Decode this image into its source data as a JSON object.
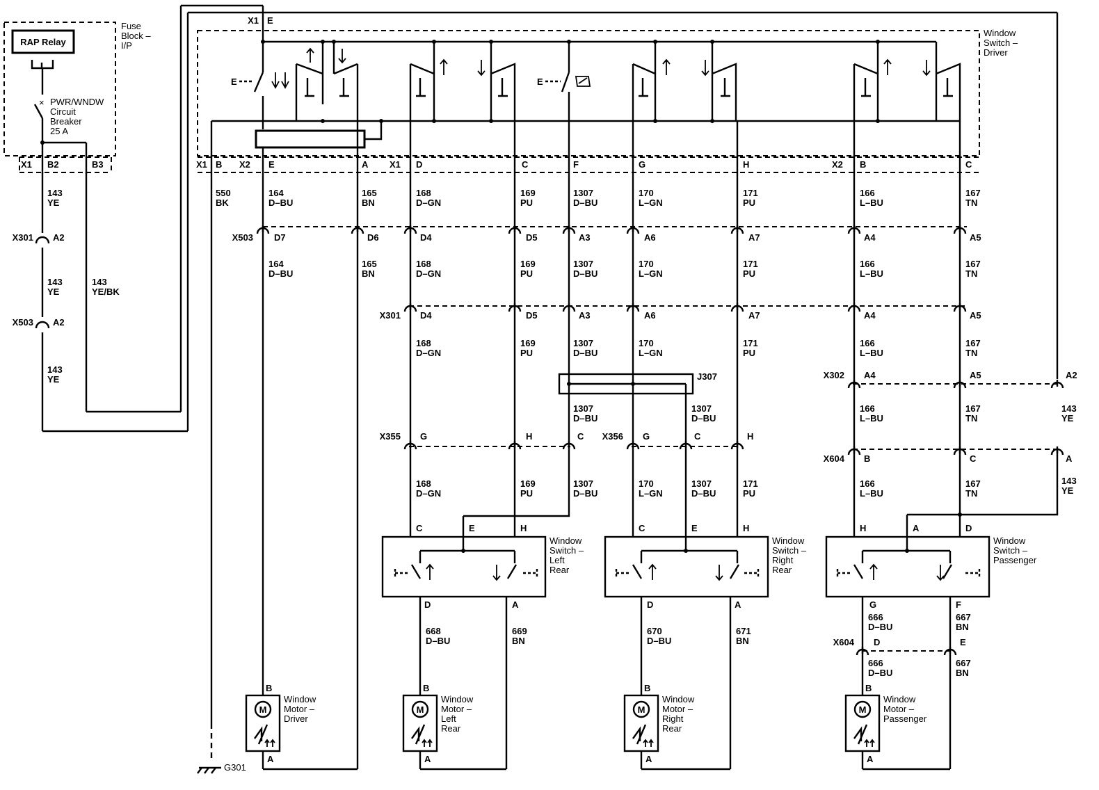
{
  "fuse_block": {
    "title": "Fuse Block – I/P",
    "title_lines": [
      "Fuse",
      "Block –",
      "I/P"
    ],
    "relay_label": "RAP Relay",
    "breaker_lines": [
      "PWR/WNDW",
      "Circuit",
      "Breaker",
      "25 A"
    ],
    "connector": "X1",
    "pins": [
      "B2",
      "B3"
    ]
  },
  "driver_switch": {
    "title_lines": [
      "Window",
      "Switch –",
      "Driver"
    ],
    "top_connector": "X1",
    "top_pin": "E",
    "bottom_pins": [
      {
        "conn": "X1",
        "pin": "B"
      },
      {
        "conn": "X2",
        "pin": "E"
      },
      {
        "pin": "A"
      },
      {
        "conn": "X1",
        "pin": "D"
      },
      {
        "pin": "C"
      },
      {
        "pin": "F"
      },
      {
        "pin": "G"
      },
      {
        "pin": "H"
      },
      {
        "conn": "X2",
        "pin": "B"
      },
      {
        "pin": "C"
      }
    ],
    "enable_label": "E"
  },
  "wires": {
    "w143": [
      "143",
      "YE"
    ],
    "w143bk": [
      "143",
      "YE/BK"
    ],
    "w550": [
      "550",
      "BK"
    ],
    "w164": [
      "164",
      "D–BU"
    ],
    "w165": [
      "165",
      "BN"
    ],
    "w168": [
      "168",
      "D–GN"
    ],
    "w169": [
      "169",
      "PU"
    ],
    "w1307": [
      "1307",
      "D–BU"
    ],
    "w170": [
      "170",
      "L–GN"
    ],
    "w171": [
      "171",
      "PU"
    ],
    "w166": [
      "166",
      "L–BU"
    ],
    "w167": [
      "167",
      "TN"
    ],
    "w668": [
      "668",
      "D–BU"
    ],
    "w669": [
      "669",
      "BN"
    ],
    "w670": [
      "670",
      "D–BU"
    ],
    "w671": [
      "671",
      "BN"
    ],
    "w666": [
      "666",
      "D–BU"
    ],
    "w667": [
      "667",
      "BN"
    ]
  },
  "connectors": {
    "x301_left": {
      "name": "X301",
      "pin": "A2"
    },
    "x503_left": {
      "name": "X503",
      "pin": "A2"
    },
    "x503": {
      "name": "X503",
      "pins": [
        "D7",
        "D6",
        "D4",
        "D5",
        "A3",
        "A6",
        "A7",
        "A4",
        "A5"
      ]
    },
    "x301": {
      "name": "X301",
      "pins": [
        "D4",
        "D5",
        "A3",
        "A6",
        "A7",
        "A4",
        "A5"
      ]
    },
    "x302": {
      "name": "X302",
      "pins": [
        "A4",
        "A5",
        "A2"
      ]
    },
    "x355": {
      "name": "X355",
      "pins": [
        "G",
        "H",
        "C"
      ]
    },
    "x356": {
      "name": "X356",
      "pins": [
        "G",
        "C",
        "H"
      ]
    },
    "x604": {
      "name": "X604",
      "pins": [
        "B",
        "C",
        "A"
      ]
    },
    "x604b": {
      "name": "X604",
      "pins": [
        "D",
        "E"
      ]
    },
    "splice": "J307"
  },
  "rear_left_switch": {
    "title_lines": [
      "Window",
      "Switch –",
      "Left",
      "Rear"
    ],
    "pins_top": [
      "C",
      "E",
      "H"
    ],
    "pins_bottom": [
      "D",
      "A"
    ]
  },
  "rear_right_switch": {
    "title_lines": [
      "Window",
      "Switch –",
      "Right",
      "Rear"
    ],
    "pins_top": [
      "C",
      "E",
      "H"
    ],
    "pins_bottom": [
      "D",
      "A"
    ]
  },
  "passenger_switch": {
    "title_lines": [
      "Window",
      "Switch –",
      "Passenger"
    ],
    "pins_top": [
      "H",
      "A",
      "D"
    ],
    "pins_bottom": [
      "G",
      "F"
    ]
  },
  "motors": {
    "driver": {
      "title_lines": [
        "Window",
        "Motor –",
        "Driver"
      ],
      "pin_top": "B",
      "pin_bottom": "A",
      "symbol": "M"
    },
    "left_rear": {
      "title_lines": [
        "Window",
        "Motor –",
        "Left",
        "Rear"
      ],
      "pin_top": "B",
      "pin_bottom": "A",
      "symbol": "M"
    },
    "right_rear": {
      "title_lines": [
        "Window",
        "Motor –",
        "Right",
        "Rear"
      ],
      "pin_top": "B",
      "pin_bottom": "A",
      "symbol": "M"
    },
    "passenger": {
      "title_lines": [
        "Window",
        "Motor –",
        "Passenger"
      ],
      "pin_top": "B",
      "pin_bottom": "A",
      "symbol": "M"
    }
  },
  "ground": "G301"
}
